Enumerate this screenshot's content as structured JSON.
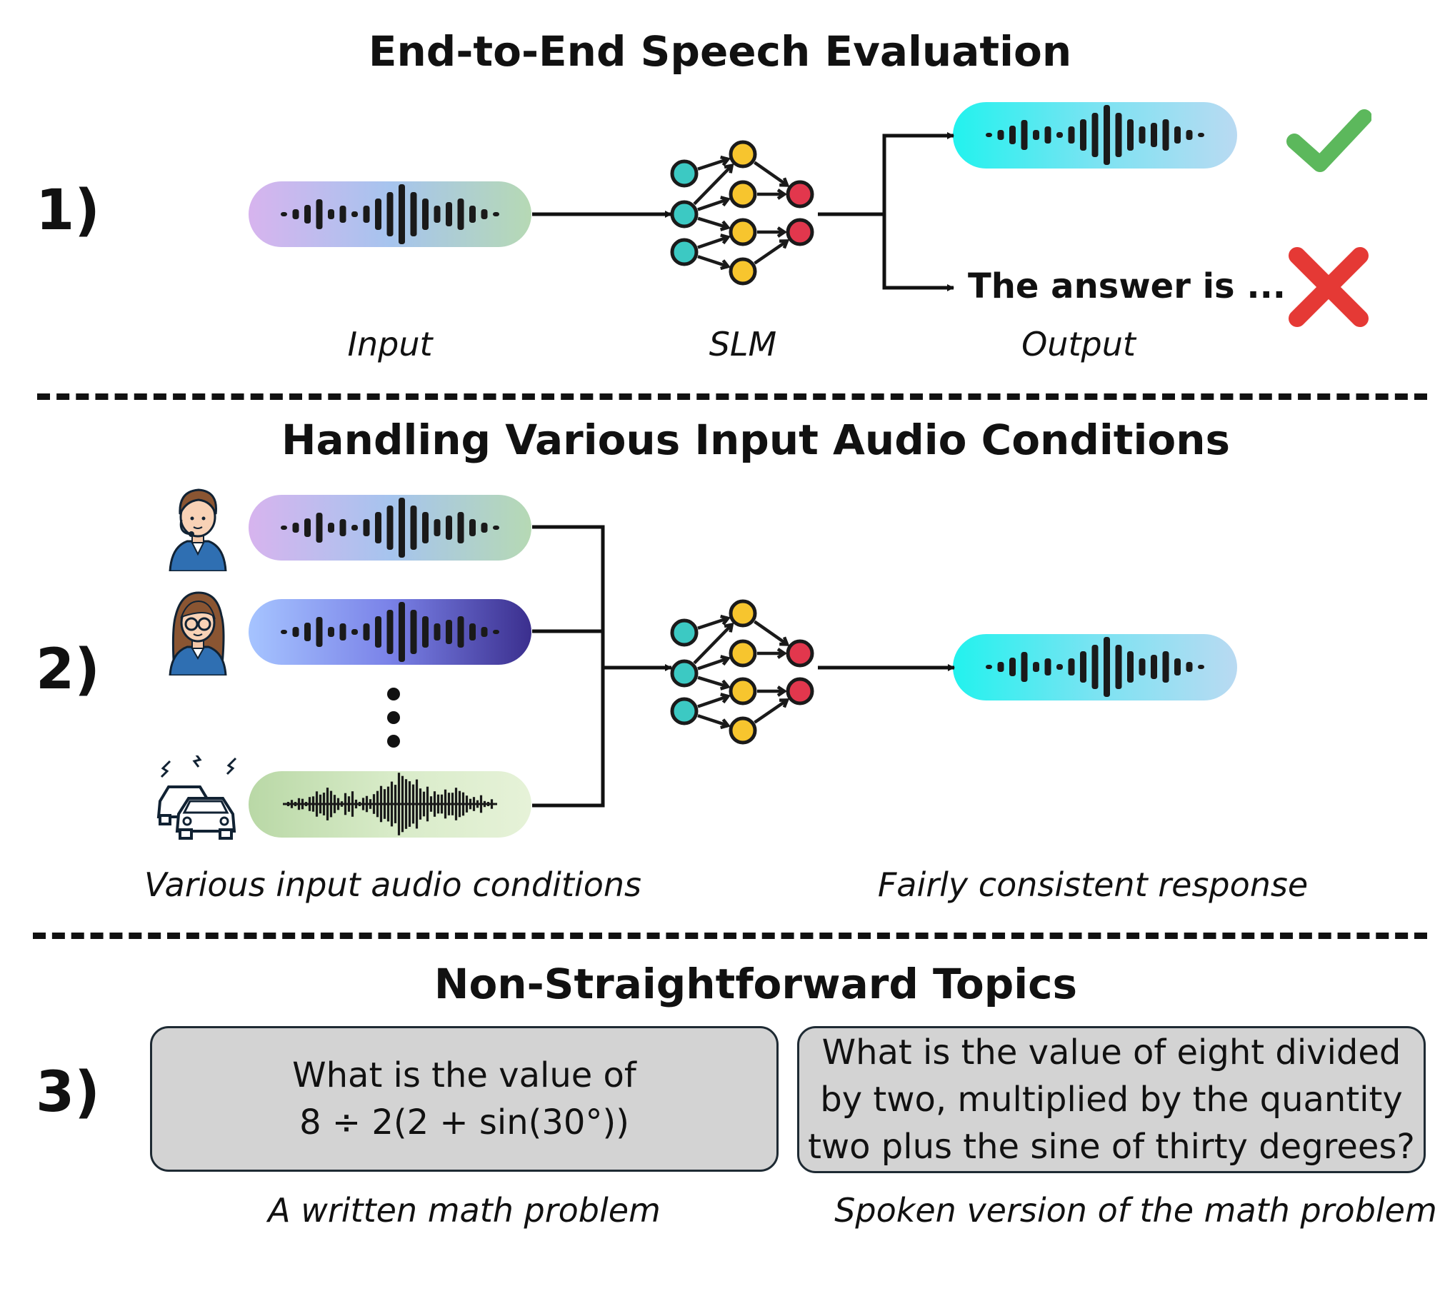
{
  "section1": {
    "title": "End-to-End Speech Evaluation",
    "number": "1)",
    "text_output": "The answer is ...",
    "captions": {
      "input": "Input",
      "slm": "SLM",
      "output": "Output"
    },
    "correct_icon": "check-icon",
    "wrong_icon": "cross-icon",
    "colors": {
      "check": "#5cb85c",
      "cross": "#e53935"
    }
  },
  "section2": {
    "title": "Handling Various Input Audio Conditions",
    "number": "2)",
    "captions": {
      "left": "Various input audio conditions",
      "right": "Fairly consistent response"
    },
    "speaker_icons": [
      "man-speaker-icon",
      "woman-speaker-icon",
      "traffic-noise-icon"
    ]
  },
  "section3": {
    "title": "Non-Straightforward Topics",
    "number": "3)",
    "written_box": {
      "line1": "What is the value of",
      "line2": "8 ÷ 2(2 + sin(30°))"
    },
    "spoken_box": {
      "line1": "What is the value of eight divided",
      "line2": "by two, multiplied by the quantity",
      "line3": "two plus the sine of thirty degrees?"
    },
    "captions": {
      "left": "A written math problem",
      "right": "Spoken version of the math problem"
    }
  },
  "colors": {
    "input_gradient": [
      "#d7b4ee",
      "#a6c4ee",
      "#b6d9b4"
    ],
    "voice2_gradient": [
      "#a6c4ff",
      "#7a82e8",
      "#3b2f8e"
    ],
    "noise_gradient": [
      "#b9d8a6",
      "#d8ebc8",
      "#e6f2d8"
    ],
    "output_gradient": [
      "#22f2ee",
      "#7ae3f2",
      "#b9daf2"
    ],
    "node_teal": "#3cc9c3",
    "node_yellow": "#f7c52e",
    "node_red": "#e2374d"
  }
}
